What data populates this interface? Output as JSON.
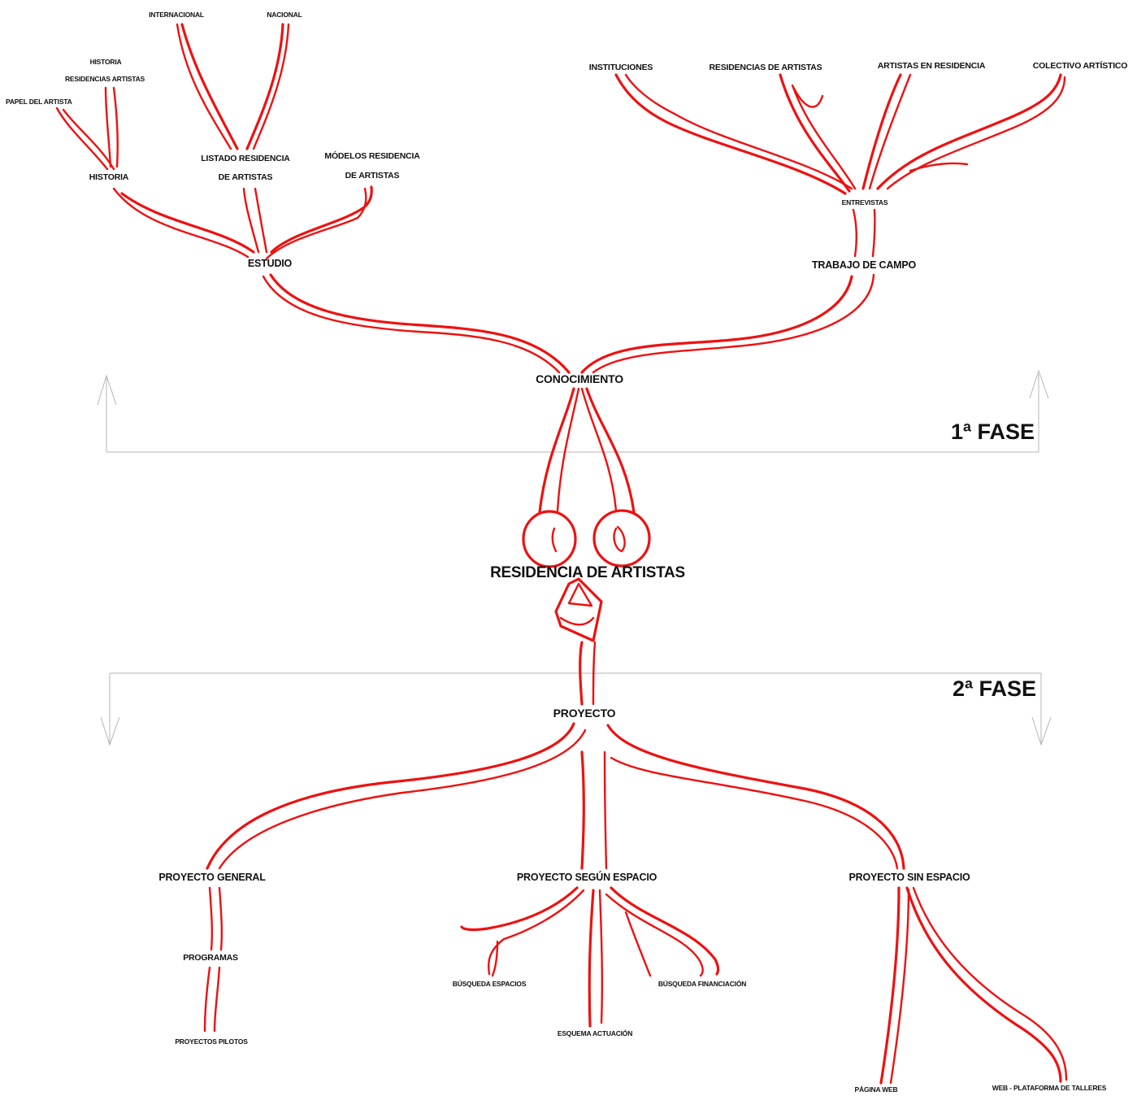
{
  "root": {
    "label": "RESIDENCIA DE ARTISTAS"
  },
  "phase1": {
    "title": "1ª FASE",
    "hub": "CONOCIMIENTO",
    "estudio": {
      "label": "ESTUDIO",
      "historia": {
        "label": "HISTORIA",
        "children": [
          "PAPEL DEL ARTISTA",
          "RESIDENCIAS ARTISTAS",
          "HISTORIA"
        ]
      },
      "listado": {
        "label_line1": "LISTADO RESIDENCIA",
        "label_line2": "DE ARTISTAS",
        "children": [
          "INTERNACIONAL",
          "NACIONAL"
        ]
      },
      "modelos": {
        "label_line1": "MÓDELOS RESIDENCIA",
        "label_line2": "DE ARTISTAS"
      }
    },
    "trabajo": {
      "label": "TRABAJO DE CAMPO",
      "entrevistas": {
        "label": "ENTREVISTAS",
        "children": [
          "INSTITUCIONES",
          "RESIDENCIAS DE ARTISTAS",
          "ARTISTAS EN RESIDENCIA",
          "COLECTIVO ARTÍSTICO"
        ]
      }
    }
  },
  "phase2": {
    "title": "2ª FASE",
    "hub": "PROYECTO",
    "general": {
      "label": "PROYECTO GENERAL",
      "programas": "PROGRAMAS",
      "pilotos": "PROYECTOS PILOTOS"
    },
    "segun_espacio": {
      "label": "PROYECTO SEGÚN ESPACIO",
      "children": [
        "BÚSQUEDA ESPACIOS",
        "ESQUEMA ACTUACIÓN",
        "BÚSQUEDA  FINANCIACIÓN"
      ]
    },
    "sin_espacio": {
      "label": "PROYECTO SIN ESPACIO",
      "children": [
        "PÁGINA WEB",
        "WEB - PLATAFORMA DE TALLERES"
      ]
    }
  },
  "colors": {
    "branch": "#ee1111",
    "phase_line": "#b5b5b5",
    "text": "#111111"
  }
}
